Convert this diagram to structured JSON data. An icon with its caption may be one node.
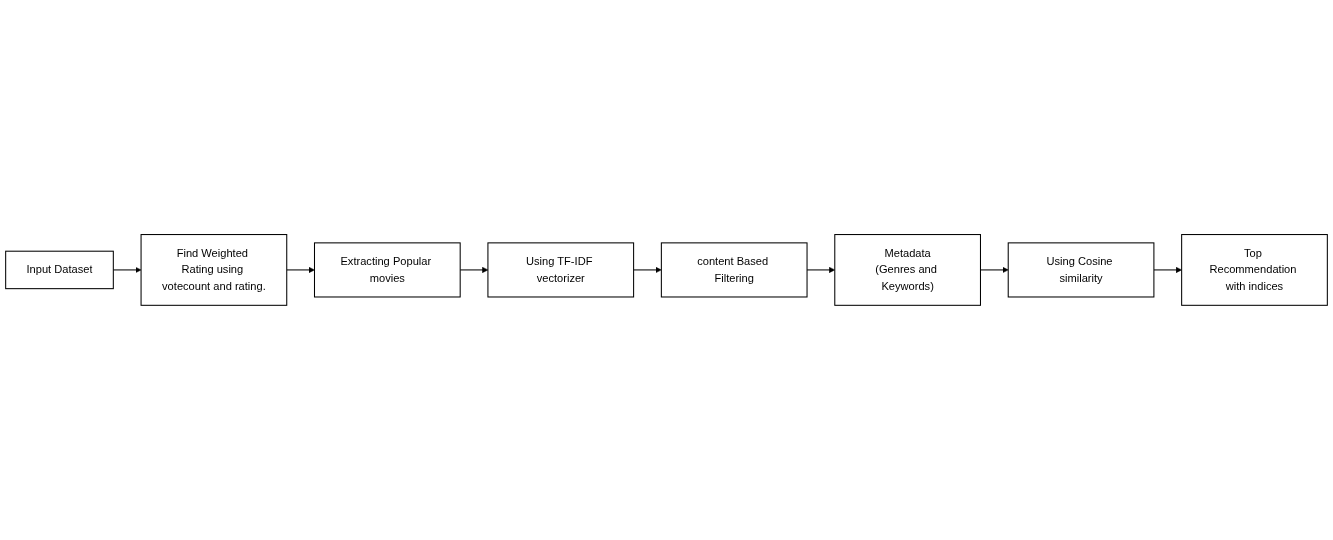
{
  "diagram": {
    "nodes": [
      {
        "text": [
          "Input Dataset"
        ]
      },
      {
        "text": [
          "Find Weighted Rating using votecount and rating."
        ]
      },
      {
        "text": [
          "Extracting Popular movies"
        ]
      },
      {
        "text": [
          "Using TF-IDF vectorizer"
        ]
      },
      {
        "text": [
          "content Based Filtering"
        ]
      },
      {
        "text": [
          "Metadata",
          "(Genres and Keywords)"
        ]
      },
      {
        "text": [
          "Using Cosine similarity"
        ]
      },
      {
        "text": [
          "Top Recommendation with indices"
        ]
      }
    ],
    "edges": [
      {
        "from": 0,
        "to": 1,
        "arrow": "to"
      },
      {
        "from": 1,
        "to": 2,
        "arrow": "to"
      },
      {
        "from": 2,
        "to": 3,
        "arrow": "to"
      },
      {
        "from": 3,
        "to": 4,
        "arrow": "to"
      },
      {
        "from": 4,
        "to": 5,
        "arrow": "to"
      },
      {
        "from": 5,
        "to": 6,
        "arrow": "to"
      },
      {
        "from": 6,
        "to": 7,
        "arrow": "to"
      }
    ]
  }
}
